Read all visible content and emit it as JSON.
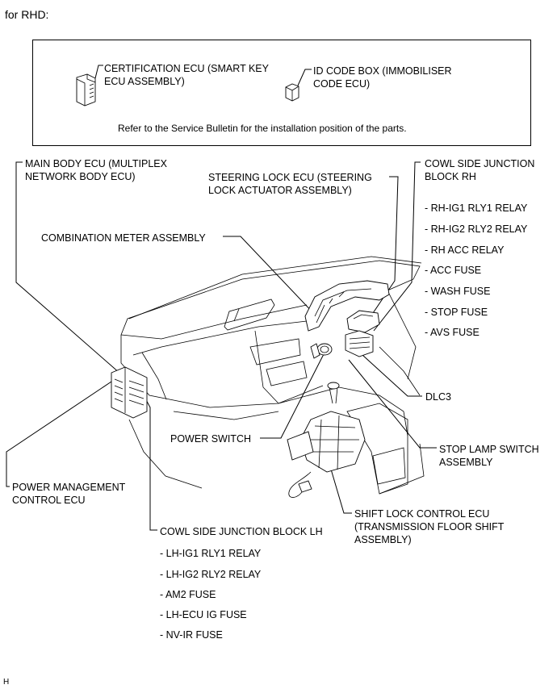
{
  "header": {
    "title": "for RHD:"
  },
  "info_box": {
    "certification_ecu": [
      "CERTIFICATION ECU (SMART KEY",
      "ECU ASSEMBLY)"
    ],
    "id_code_box": [
      "ID CODE BOX (IMMOBILISER",
      "CODE ECU)"
    ],
    "note": "Refer to the Service Bulletin for the installation position of the parts."
  },
  "labels": {
    "main_body_ecu": [
      "MAIN BODY ECU (MULTIPLEX",
      "NETWORK BODY ECU)"
    ],
    "steering_lock_ecu": [
      "STEERING LOCK ECU (STEERING",
      "LOCK ACTUATOR ASSEMBLY)"
    ],
    "cowl_side_rh": [
      "COWL SIDE JUNCTION",
      "BLOCK RH"
    ],
    "combination_meter": "COMBINATION METER ASSEMBLY",
    "dlc3": "DLC3",
    "power_switch": "POWER SWITCH",
    "stop_lamp_switch": [
      "STOP LAMP SWITCH",
      "ASSEMBLY"
    ],
    "power_management": [
      "POWER MANAGEMENT",
      "CONTROL ECU"
    ],
    "shift_lock": [
      "SHIFT LOCK CONTROL ECU",
      "(TRANSMISSION FLOOR SHIFT",
      "ASSEMBLY)"
    ],
    "cowl_side_lh": "COWL SIDE JUNCTION BLOCK LH"
  },
  "rh_items": [
    "- RH-IG1 RLY1 RELAY",
    "- RH-IG2 RLY2 RELAY",
    "- RH ACC RELAY",
    "- ACC FUSE",
    "- WASH FUSE",
    "- STOP FUSE",
    "- AVS FUSE"
  ],
  "lh_items": [
    "- LH-IG1 RLY1 RELAY",
    "- LH-IG2 RLY2 RELAY",
    "- AM2 FUSE",
    "- LH-ECU IG FUSE",
    "- NV-IR FUSE"
  ],
  "footer": {
    "code": "H"
  }
}
